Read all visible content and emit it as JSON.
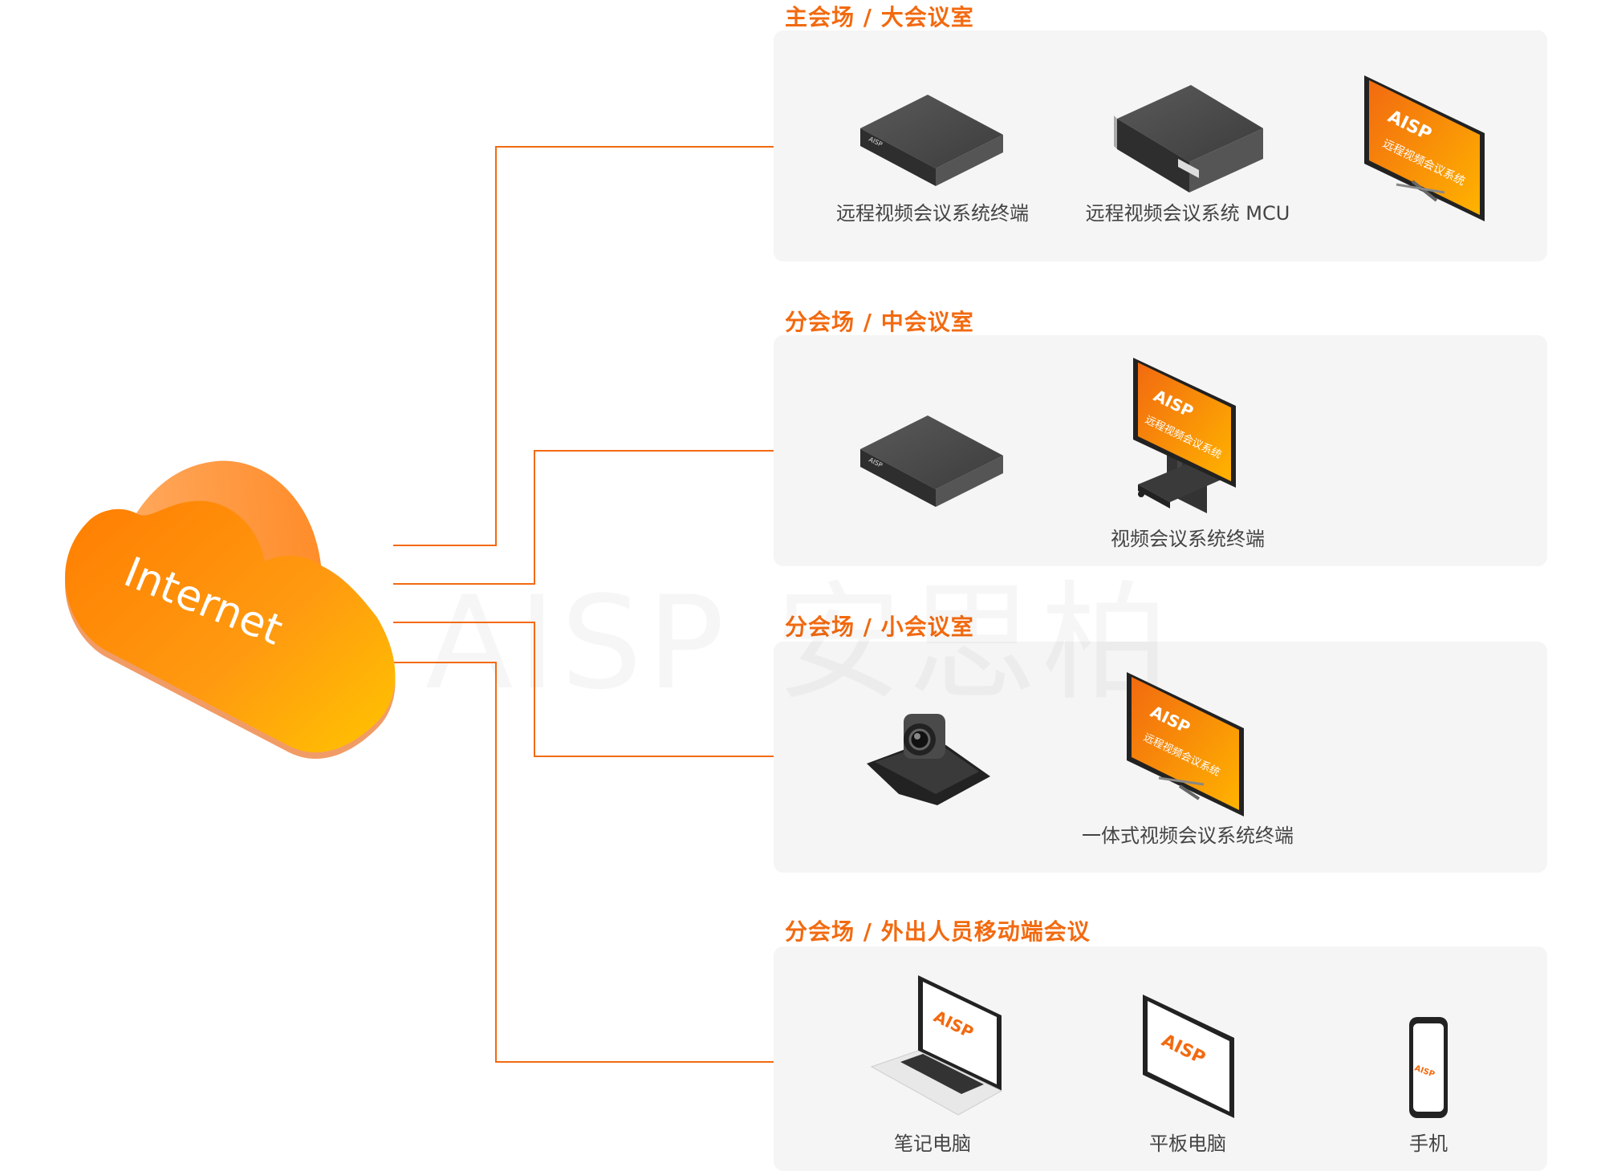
{
  "sections": [
    {
      "title": "主会场 / 大会议室",
      "devices": [
        {
          "label": "远程视频会议系统终端"
        },
        {
          "label": "远程视频会议系统 MCU"
        },
        {
          "label": ""
        }
      ]
    },
    {
      "title": "分会场 / 中会议室",
      "devices": [
        {
          "label": ""
        },
        {
          "label": "视频会议系统终端"
        }
      ]
    },
    {
      "title": "分会场 / 小会议室",
      "devices": [
        {
          "label": ""
        },
        {
          "label": "一体式视频会议系统终端"
        }
      ]
    },
    {
      "title": "分会场 / 外出人员移动端会议",
      "devices": [
        {
          "label": "笔记电脑"
        },
        {
          "label": "平板电脑"
        },
        {
          "label": "手机"
        }
      ]
    }
  ],
  "cloud": {
    "label": "Internet"
  },
  "brand": {
    "logo_text": "AISP",
    "screen_text": "远程视频会议系统",
    "watermark": "AISP 安思柏"
  },
  "colors": {
    "accent": "#f26a10",
    "panel": "#f5f5f5",
    "device_dark": "#4a4a4a"
  }
}
